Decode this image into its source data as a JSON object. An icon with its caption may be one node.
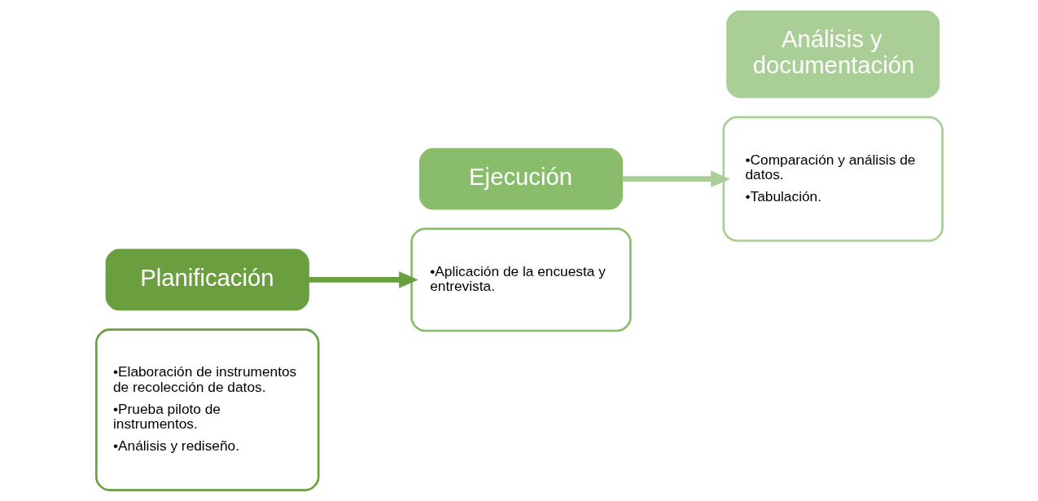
{
  "diagram": {
    "nodes": [
      {
        "text": [
          "•Elaboración de instrumentos de recolección de datos.",
          "•Prueba piloto de instrumentos.",
          "•Análisis y rediseño."
        ]
      },
      {
        "text": [
          "Planificación"
        ]
      },
      {
        "text": [
          "Ejecución"
        ]
      },
      {
        "text": [
          "•Aplicación de la encuesta y entrevista."
        ]
      },
      {
        "text": [
          "•Comparación y análisis de datos.",
          "•Tabulación."
        ]
      },
      {
        "text": [
          "Análisis y documentación"
        ]
      }
    ],
    "edges": [
      {
        "from": 1,
        "to": 3,
        "arrow": "to",
        "color": "#6a9e3f"
      },
      {
        "from": 2,
        "to": 4,
        "arrow": "to",
        "color": "#a9cf96"
      }
    ]
  }
}
